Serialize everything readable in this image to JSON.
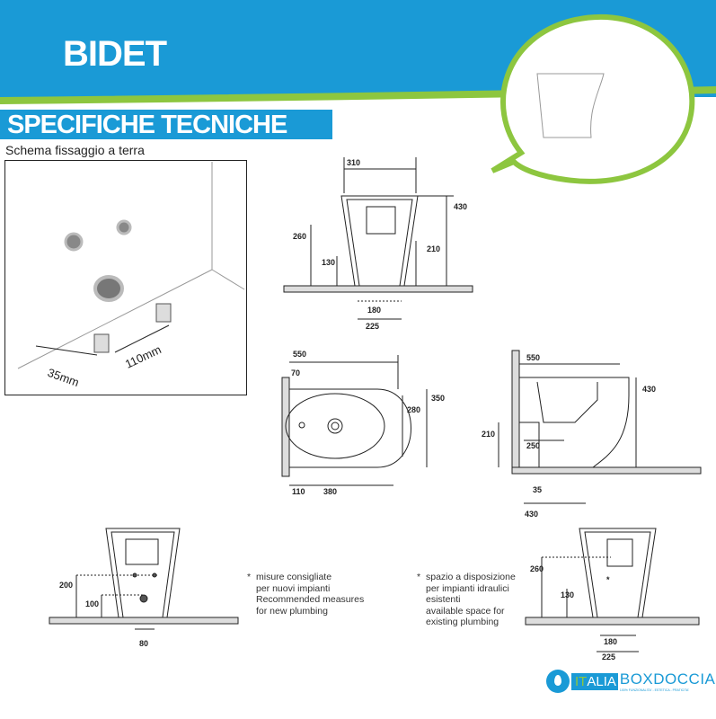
{
  "header": {
    "title": "BIDET",
    "colors": {
      "blue": "#1a9ad6",
      "green": "#8dc63f"
    }
  },
  "section": {
    "title": "SPECIFICHE TECNICHE",
    "subtitle": "Schema fissaggio a terra"
  },
  "fixing": {
    "dim_a": "35mm",
    "dim_b": "110mm"
  },
  "front_view": {
    "width": "310",
    "height": "430",
    "d260": "260",
    "d210": "210",
    "d130": "130",
    "d180": "180",
    "d225": "225"
  },
  "top_view": {
    "d550": "550",
    "d70": "70",
    "d350": "350",
    "d280": "280",
    "d110": "110",
    "d380": "380"
  },
  "side_view": {
    "d550": "550",
    "d430": "430",
    "d210": "210",
    "d250": "250",
    "d35": "35",
    "d430b": "430"
  },
  "new_plumbing": {
    "d200": "200",
    "d100": "100",
    "d80": "80"
  },
  "existing_plumbing": {
    "d260": "260",
    "d130": "130",
    "d180": "180",
    "d225": "225"
  },
  "notes": {
    "star": "*",
    "new": [
      "misure consigliate",
      "per nuovi impianti",
      "Recommended measures",
      "for new plumbing"
    ],
    "existing": [
      "spazio a disposizione",
      "per impianti idraulici",
      "esistenti",
      "available space for",
      "existing plumbing"
    ]
  },
  "logo": {
    "part1": "IT",
    "part2": "ALIA",
    "part3": "BOXDOCCIA",
    "tagline": "100% FUNZIONALITA' - ESTETICA - PRATICITA'"
  }
}
